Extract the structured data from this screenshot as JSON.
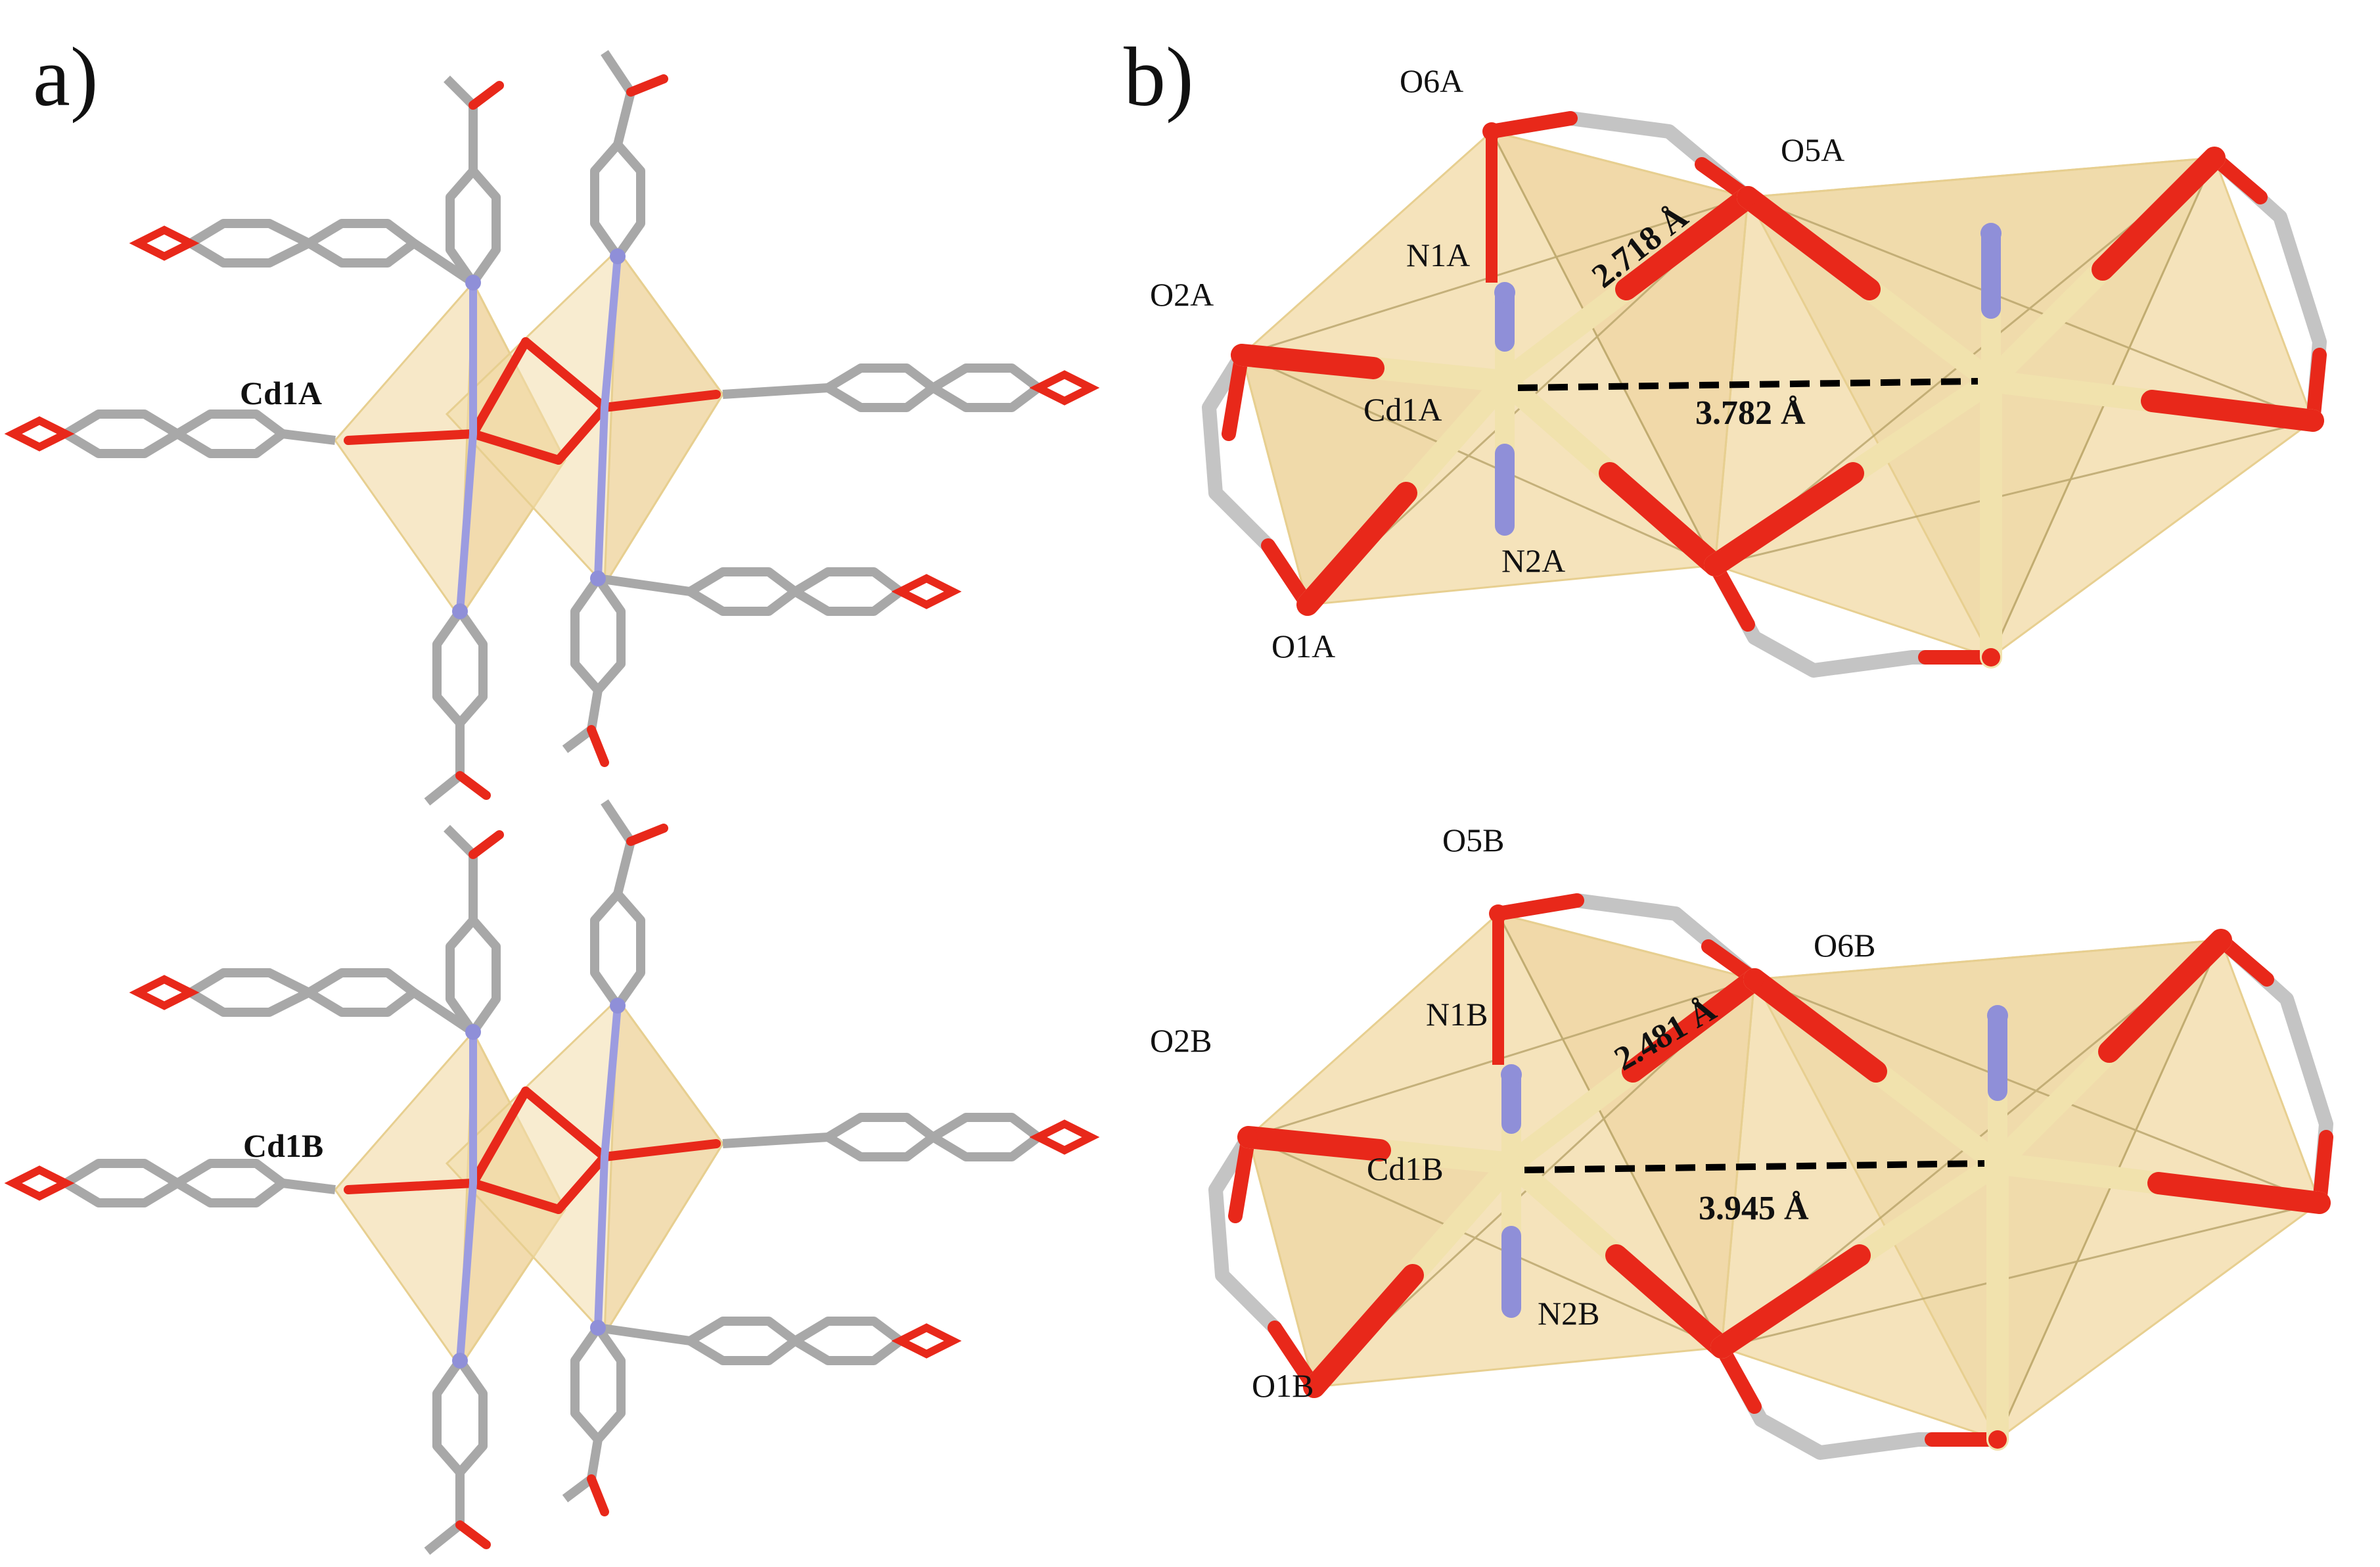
{
  "panels": {
    "a": {
      "label": "a)"
    },
    "b": {
      "label": "b)"
    }
  },
  "structures": {
    "top": {
      "metal_label": "Cd1A"
    },
    "bottom": {
      "metal_label": "Cd1B"
    }
  },
  "cores": {
    "top": {
      "atom_labels": {
        "O6": "O6A",
        "O5": "O5A",
        "O2": "O2A",
        "N1": "N1A",
        "Cd1": "Cd1A",
        "N2": "N2A",
        "O1": "O1A"
      },
      "bond_distance": "2.718 Å",
      "metal_distance": "3.782 Å"
    },
    "bottom": {
      "atom_labels": {
        "O6": "O5B",
        "O5": "O6B",
        "O2": "O2B",
        "N1": "N1B",
        "Cd1": "Cd1B",
        "N2": "N2B",
        "O1": "O1B"
      },
      "bond_distance": "2.481 Å",
      "metal_distance": "3.945 Å"
    }
  },
  "colors": {
    "oxygen": "#e8281a",
    "carbon": "#b4b4b4",
    "nitrogen": "#8f8fd8",
    "cadmium": "#f1e2ad",
    "polyhedron": "#f3dcaa",
    "polyhedron_edge": "#e7cf90",
    "text": "#111111"
  }
}
